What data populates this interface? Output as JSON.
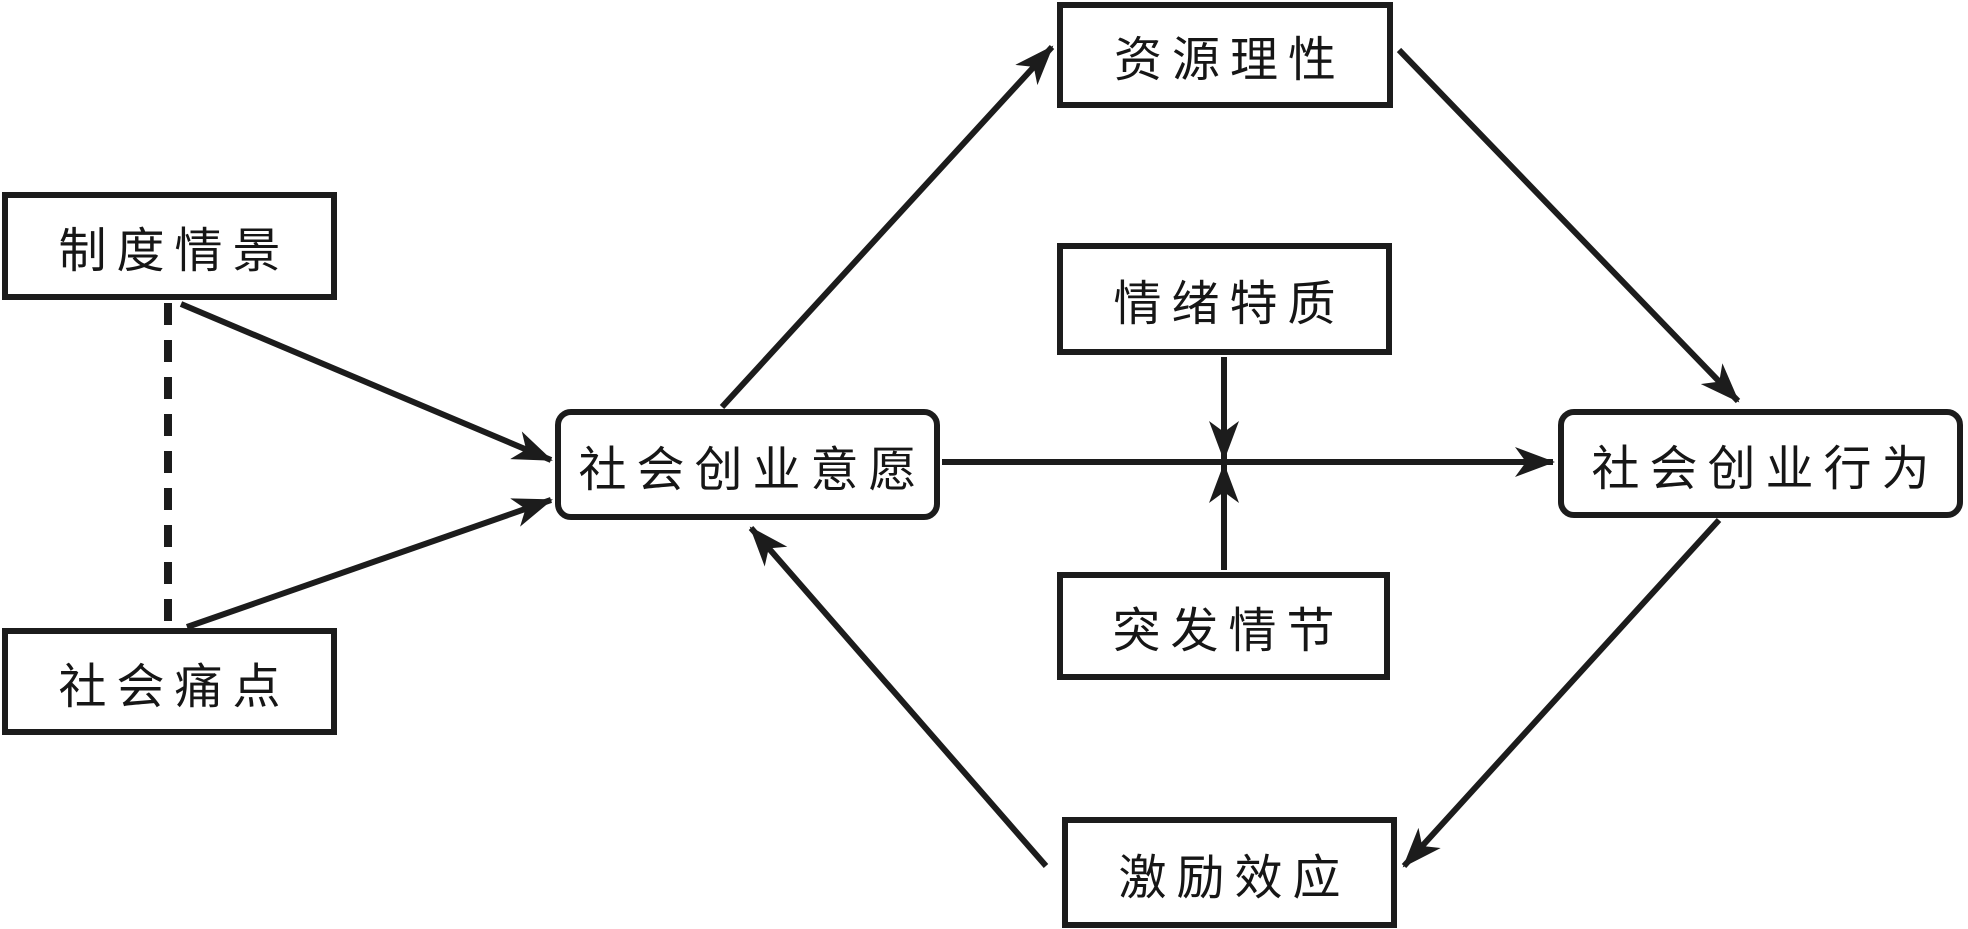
{
  "diagram": {
    "background_color": "#ffffff",
    "stroke_color": "#1c1c1c",
    "nodes": {
      "institutional_context": {
        "label": "制度情景",
        "shape": "rect"
      },
      "social_pain_points": {
        "label": "社会痛点",
        "shape": "rect"
      },
      "social_entrepreneurship_intention": {
        "label": "社会创业意愿",
        "shape": "rounded-rect"
      },
      "resource_rationality": {
        "label": "资源理性",
        "shape": "rect"
      },
      "emotional_traits": {
        "label": "情绪特质",
        "shape": "rect"
      },
      "sudden_episodes": {
        "label": "突发情节",
        "shape": "rect"
      },
      "social_entrepreneurship_behavior": {
        "label": "社会创业行为",
        "shape": "rounded-rect"
      },
      "incentive_effect": {
        "label": "激励效应",
        "shape": "rect"
      }
    },
    "edges": [
      {
        "from": "institutional_context",
        "to": "social_pain_points",
        "style": "dashed-line",
        "arrow": false
      },
      {
        "from": "institutional_context",
        "to": "social_entrepreneurship_intention",
        "style": "solid",
        "arrow": true
      },
      {
        "from": "social_pain_points",
        "to": "social_entrepreneurship_intention",
        "style": "solid",
        "arrow": true
      },
      {
        "from": "social_entrepreneurship_intention",
        "to": "resource_rationality",
        "style": "solid",
        "arrow": true
      },
      {
        "from": "resource_rationality",
        "to": "social_entrepreneurship_behavior",
        "style": "solid",
        "arrow": true
      },
      {
        "from": "social_entrepreneurship_intention",
        "to": "social_entrepreneurship_behavior",
        "style": "solid",
        "arrow": true
      },
      {
        "from": "emotional_traits",
        "to": "intention-behavior-link",
        "style": "solid",
        "arrow": true,
        "role": "moderator"
      },
      {
        "from": "sudden_episodes",
        "to": "intention-behavior-link",
        "style": "solid",
        "arrow": true,
        "role": "moderator"
      },
      {
        "from": "social_entrepreneurship_behavior",
        "to": "incentive_effect",
        "style": "solid",
        "arrow": true
      },
      {
        "from": "incentive_effect",
        "to": "social_entrepreneurship_intention",
        "style": "solid",
        "arrow": true
      }
    ]
  }
}
